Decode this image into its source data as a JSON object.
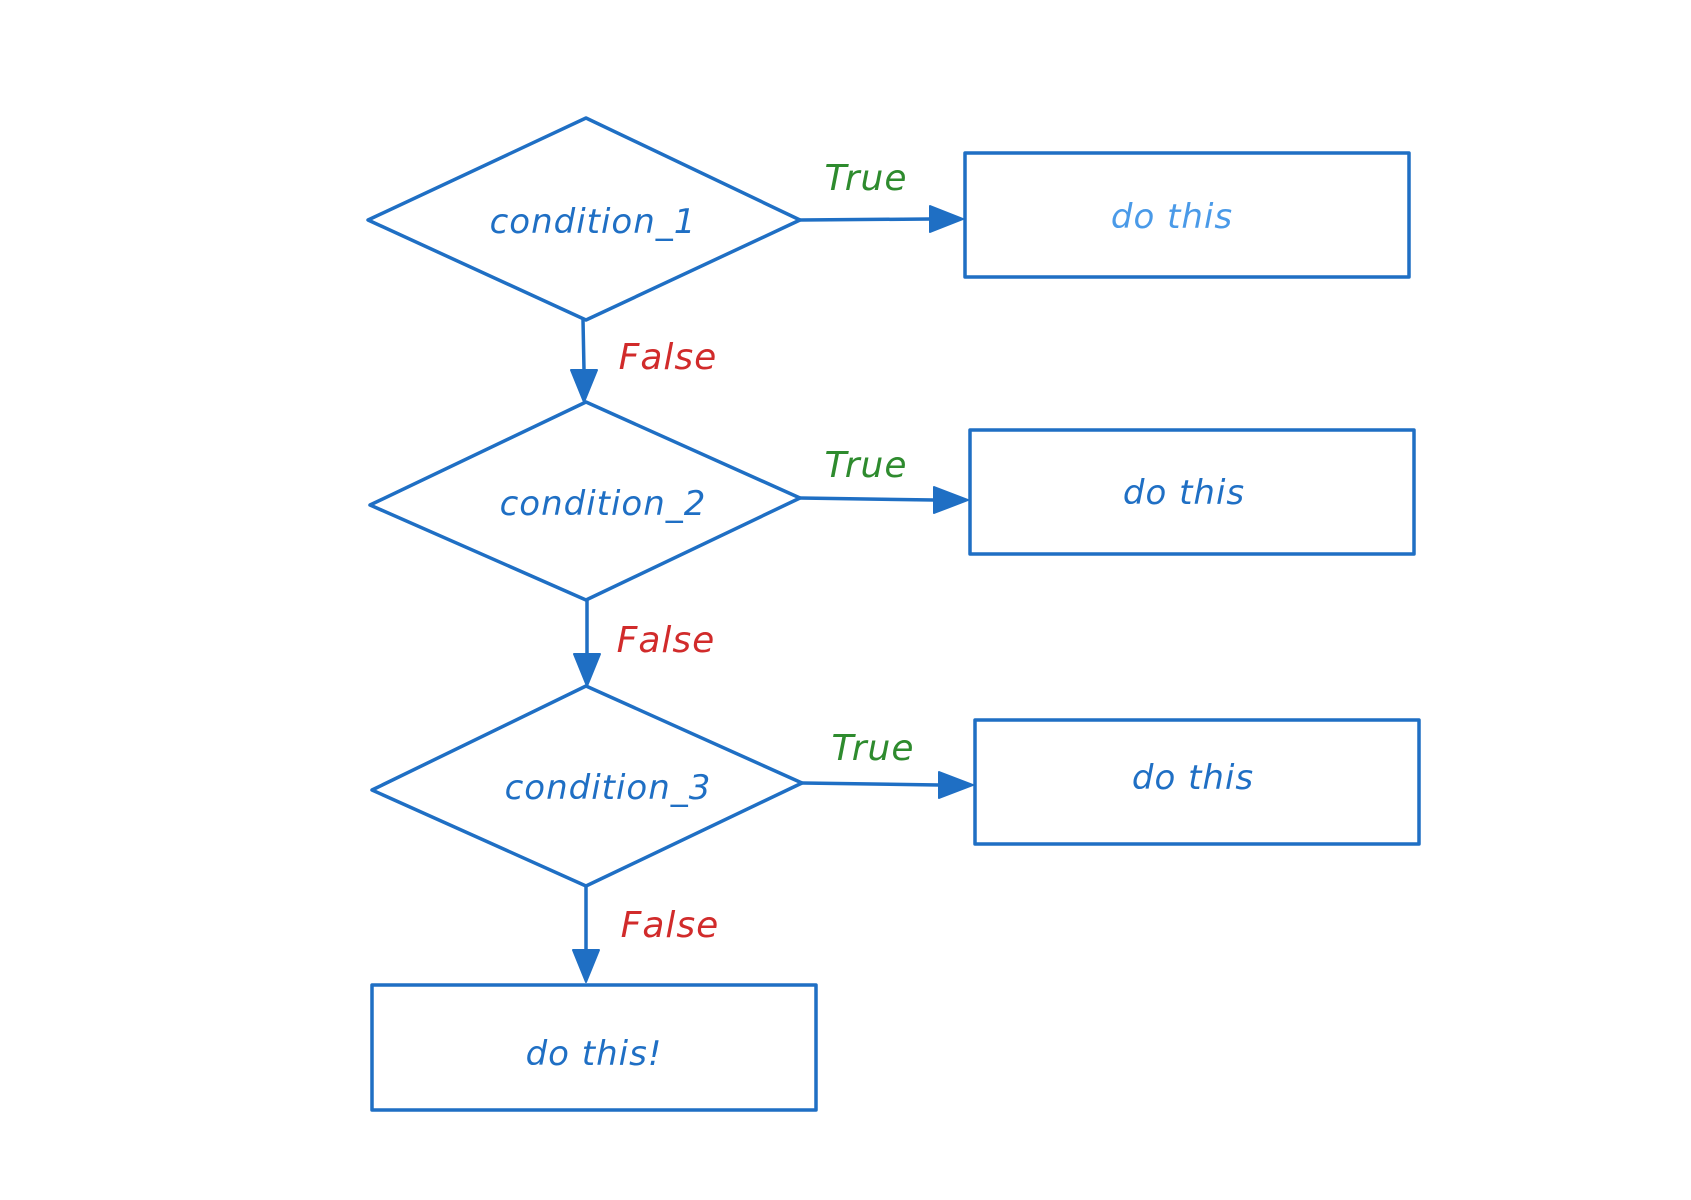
{
  "colors": {
    "stroke": "#1f6fc4",
    "node_text": "#1f6fc4",
    "node_text_light": "#4a9ae8",
    "true_label": "#2e8b2e",
    "false_label": "#d12b2b",
    "background": "#ffffff"
  },
  "decisions": [
    {
      "label": "condition_1"
    },
    {
      "label": "condition_2"
    },
    {
      "label": "condition_3"
    }
  ],
  "actions": [
    {
      "label": "do this"
    },
    {
      "label": "do this"
    },
    {
      "label": "do this"
    },
    {
      "label": "do this!"
    }
  ],
  "edges": {
    "true_label": "True",
    "false_label": "False"
  }
}
